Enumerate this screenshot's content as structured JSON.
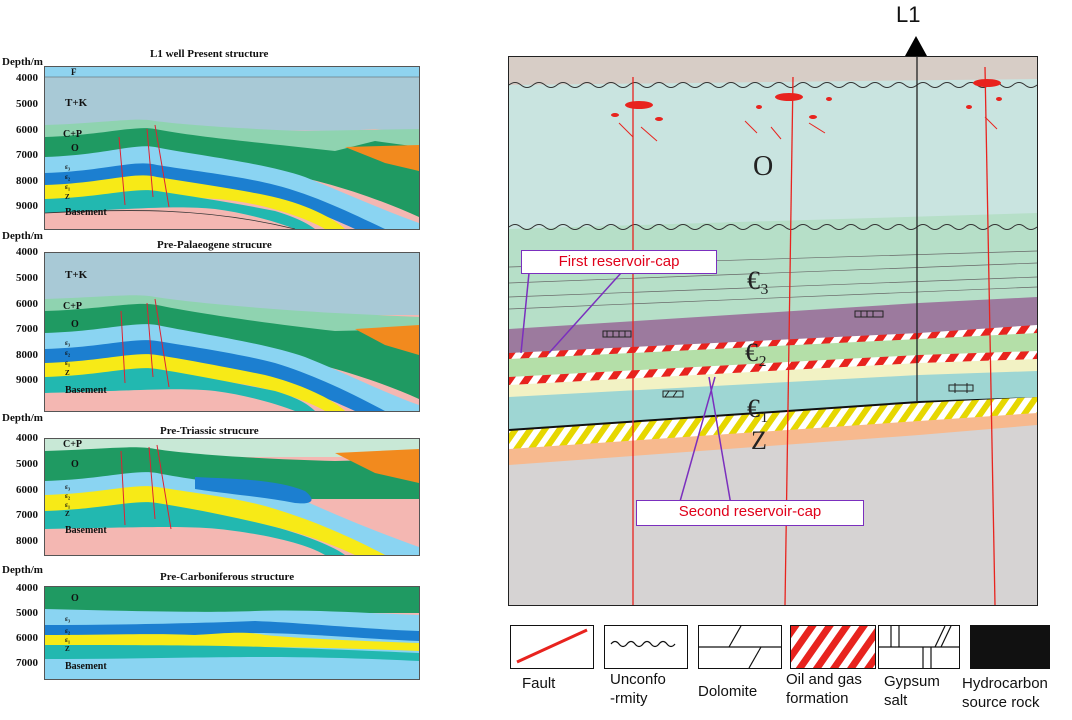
{
  "left": {
    "depth_label": "Depth/m",
    "panels": [
      {
        "title": "L1 well Present structure",
        "ticks": [
          "4000",
          "5000",
          "6000",
          "7000",
          "8000",
          "9000"
        ],
        "units": {
          "f": "F",
          "tk": "T+K",
          "cp": "C+P",
          "o": "O",
          "c3": "ε₃",
          "c2": "ε₂",
          "c1": "ε₁",
          "z": "Z",
          "basement": "Basement"
        }
      },
      {
        "title": "Pre-Palaeogene strucure",
        "ticks": [
          "4000",
          "5000",
          "6000",
          "7000",
          "8000",
          "9000"
        ],
        "units": {
          "tk": "T+K",
          "cp": "C+P",
          "o": "O",
          "c3": "ε₃",
          "c2": "ε₂",
          "c1": "ε₁",
          "z": "Z",
          "basement": "Basement"
        }
      },
      {
        "title": "Pre-Triassic strucure",
        "ticks": [
          "4000",
          "5000",
          "6000",
          "7000",
          "8000"
        ],
        "units": {
          "cp": "C+P",
          "o": "O",
          "c3": "ε₃",
          "c2": "ε₂",
          "c1": "ε₁",
          "z": "Z",
          "basement": "Basement"
        }
      },
      {
        "title": "Pre-Carboniferous structure",
        "ticks": [
          "4000",
          "5000",
          "6000",
          "7000"
        ],
        "units": {
          "o": "O",
          "c3": "ε₃",
          "c2": "ε₂",
          "c1": "ε₁",
          "z": "Z",
          "basement": "Basement"
        }
      }
    ]
  },
  "right": {
    "well": "L1",
    "units": {
      "o": "O",
      "c3": "€₃",
      "c2": "€₂",
      "c1": "€₁",
      "z": "Z"
    },
    "callouts": {
      "first": "First reservoir-cap",
      "second": "Second reservoir-cap"
    },
    "colors": {
      "o": "#c9e4e0",
      "c3": "#b6dfc8",
      "purple": "#9c7a9e",
      "top": "#d7cdc6",
      "base": "#d6d3d3",
      "red": "#e8231e"
    }
  },
  "legend": [
    {
      "label": "Fault",
      "icon": "fault-line-icon"
    },
    {
      "label": "Unconfo\n-rmity",
      "icon": "unconformity-icon"
    },
    {
      "label": "Dolomite",
      "icon": "dolomite-icon"
    },
    {
      "label": "Oil and gas\nformation",
      "icon": "oil-gas-hatch-icon"
    },
    {
      "label": "Gypsum\nsalt",
      "icon": "gypsum-salt-icon"
    },
    {
      "label": "Hydrocarbon\nsource rock",
      "icon": "source-rock-icon"
    }
  ]
}
